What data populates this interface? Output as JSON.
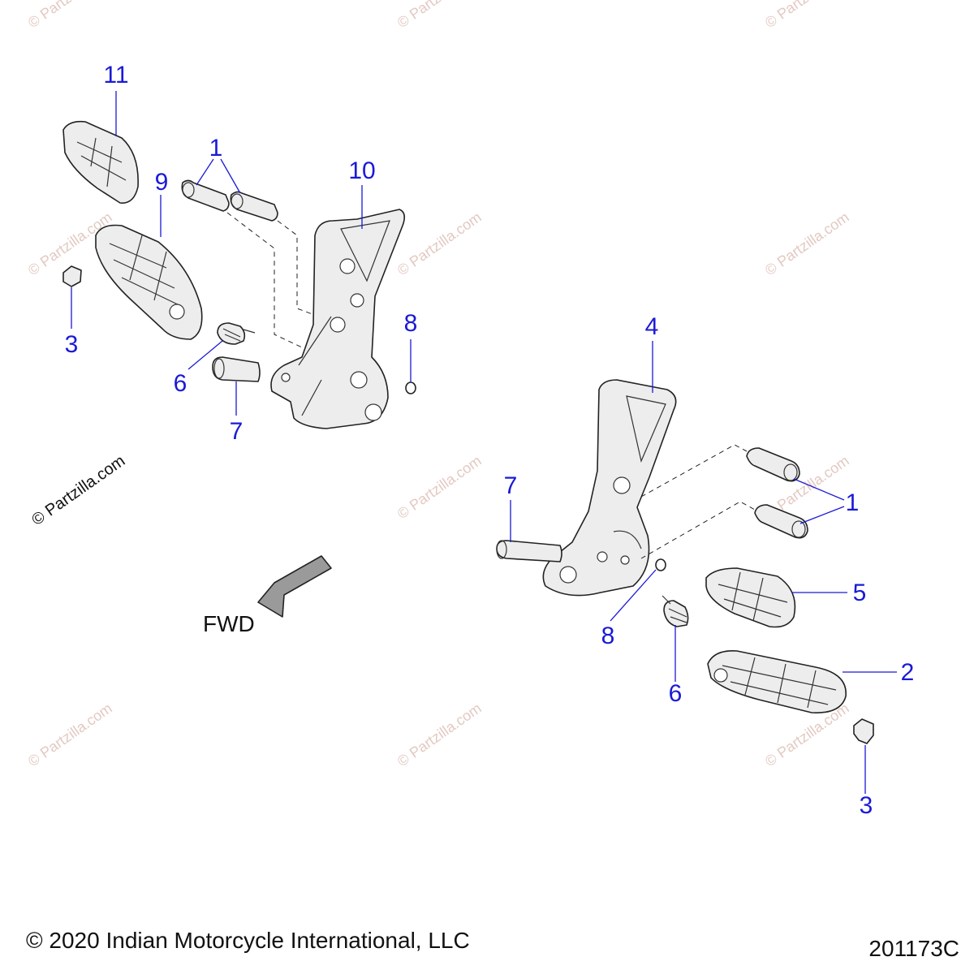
{
  "watermark_text": "© Partzilla.com",
  "fwd_label": "FWD",
  "footer": {
    "copyright": "© 2020 Indian Motorcycle International, LLC",
    "diagram_code": "201173C"
  },
  "callouts": {
    "c11": "11",
    "c9": "9",
    "c3_left": "3",
    "c1_left": "1",
    "c10": "10",
    "c8_left": "8",
    "c6_left": "6",
    "c7_left": "7",
    "c4": "4",
    "c7_right": "7",
    "c1_right": "1",
    "c5": "5",
    "c8_right": "8",
    "c2": "2",
    "c6_right": "6",
    "c3_right": "3"
  },
  "colors": {
    "callout": "#1a1ad6",
    "watermark": "#e3c9c2",
    "part_fill": "#ededed"
  }
}
